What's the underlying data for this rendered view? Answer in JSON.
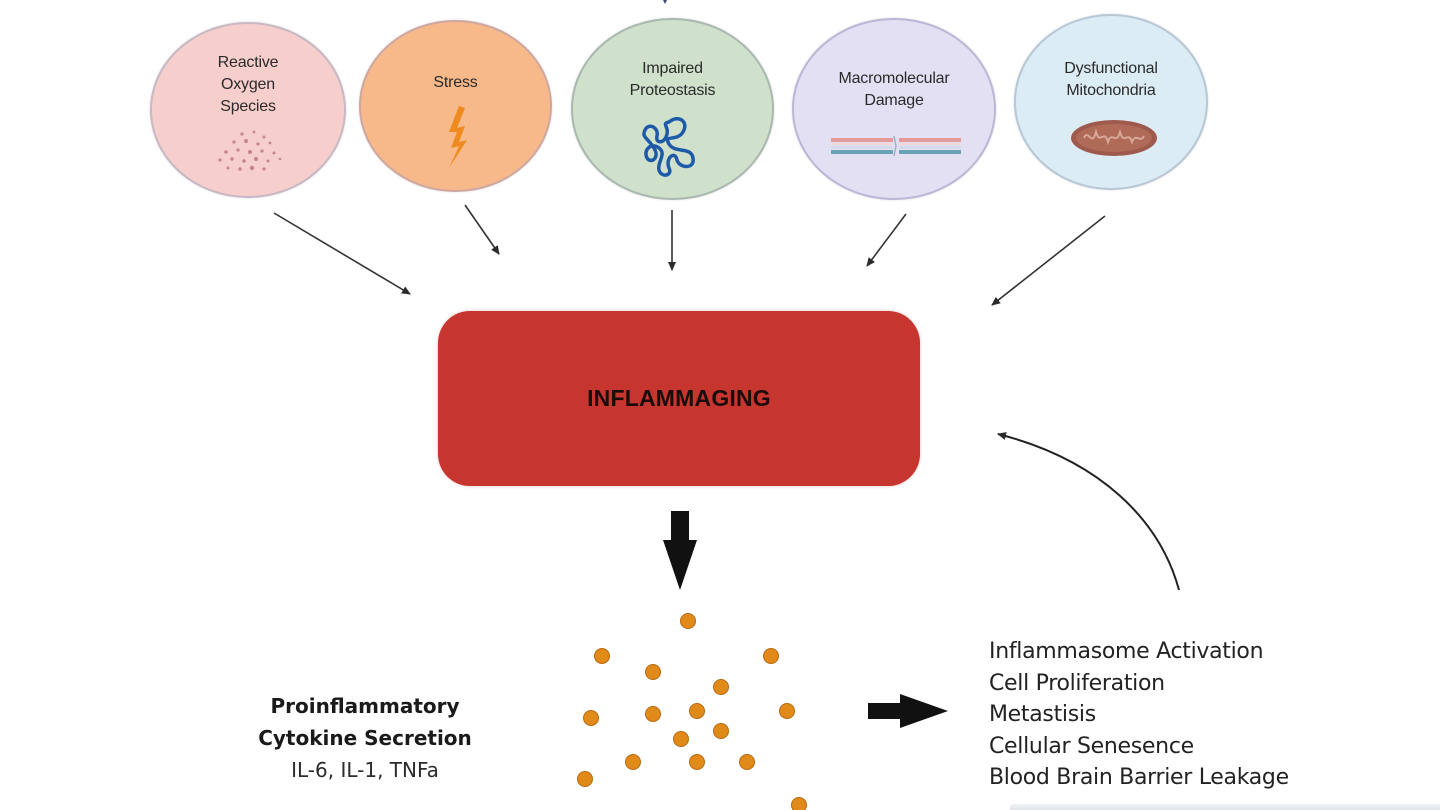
{
  "diagram": {
    "title": "Inflammaging",
    "causes": [
      {
        "id": "ros",
        "label_lines": [
          "Reactive",
          "Oxygen",
          "Species"
        ],
        "icon": "ros-particles-icon",
        "fill": "#f6cfcc"
      },
      {
        "id": "stress",
        "label_lines": [
          "Stress"
        ],
        "icon": "lightning-bolt-icon",
        "fill": "#f7b98a"
      },
      {
        "id": "proteostasis",
        "label_lines": [
          "Impaired",
          "Proteostasis"
        ],
        "icon": "misfolded-protein-icon",
        "fill": "#cfe0cb"
      },
      {
        "id": "macromolecular",
        "label_lines": [
          "Macromolecular",
          "Damage"
        ],
        "icon": "broken-dna-strand-icon",
        "fill": "#e3e0f3"
      },
      {
        "id": "mitochondria",
        "label_lines": [
          "Dysfunctional",
          "Mitochondria"
        ],
        "icon": "mitochondrion-icon",
        "fill": "#dcecf4"
      }
    ],
    "central": {
      "label": "INFLAMMAGING",
      "fill": "#c6362f"
    },
    "cytokines": {
      "title_lines": [
        "Proinflammatory",
        "Cytokine Secretion"
      ],
      "subtitle": "IL-6, IL-1, TNFa",
      "particle_color": "#e08a1a"
    },
    "effects": [
      "Inflammasome Activation",
      "Cell Proliferation",
      "Metastisis",
      "Cellular Senesence",
      "Blood Brain Barrier Leakage"
    ],
    "edges": [
      {
        "from": "ros",
        "to": "central"
      },
      {
        "from": "stress",
        "to": "central"
      },
      {
        "from": "proteostasis",
        "to": "central"
      },
      {
        "from": "macromolecular",
        "to": "central"
      },
      {
        "from": "mitochondria",
        "to": "central"
      },
      {
        "from": "central",
        "to": "cytokines"
      },
      {
        "from": "cytokines",
        "to": "effects"
      },
      {
        "from": "effects",
        "to": "central",
        "style": "curved-feedback"
      }
    ]
  }
}
